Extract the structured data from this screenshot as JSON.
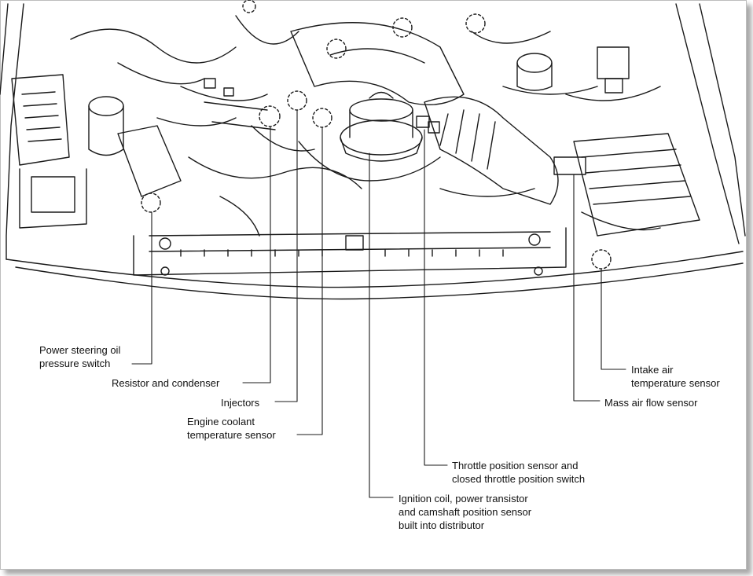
{
  "colors": {
    "line": "#1a1a1a",
    "background": "#ffffff",
    "text": "#111111"
  },
  "labels": {
    "power_steering": [
      "Power steering oil",
      "pressure switch"
    ],
    "resistor": "Resistor and condenser",
    "injectors": "Injectors",
    "engine_coolant": [
      "Engine coolant",
      "temperature sensor"
    ],
    "intake_air": [
      "Intake air",
      "temperature sensor"
    ],
    "mass_air_flow": "Mass air flow sensor",
    "throttle_position": [
      "Throttle position sensor and",
      "closed throttle position switch"
    ],
    "ignition_coil": [
      "Ignition coil, power transistor",
      "and camshaft position sensor",
      "built into distributor"
    ]
  }
}
